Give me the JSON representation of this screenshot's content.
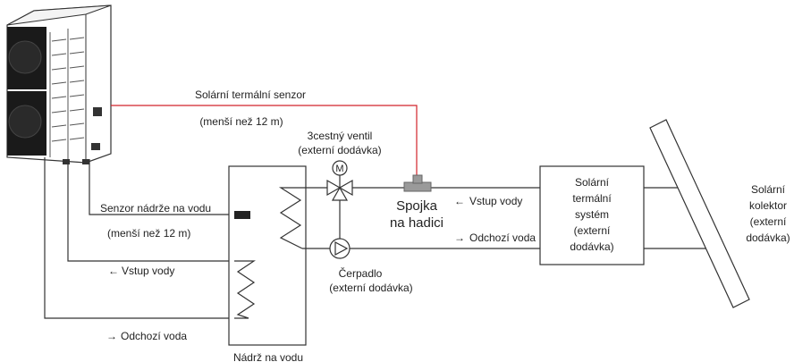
{
  "labels": {
    "solar_sensor": "Solární termální senzor",
    "solar_sensor_limit": "(menší než 12 m)",
    "valve_title": "3cestný ventil",
    "valve_sub": "(externí dodávka)",
    "valve_motor": "M",
    "coupling_line1": "Spojka",
    "coupling_line2": "na hadici",
    "tank_sensor": "Senzor nádrže na vodu",
    "tank_sensor_limit": "(menší než 12 m)",
    "water_in_left": "Vstup vody",
    "water_out_left": "Odchozí voda",
    "water_in_right": "Vstup vody",
    "water_out_right": "Odchozí voda",
    "pump_title": "Čerpadlo",
    "pump_sub": "(externí dodávka)",
    "tank_name": "Nádrž na vodu",
    "solar_system": [
      "Solární",
      "termální",
      "systém",
      "(externí",
      "dodávka)"
    ],
    "collector": [
      "Solární",
      "kolektor",
      "(externí",
      "dodávka)"
    ]
  },
  "icons": {
    "arrow_left": "←",
    "arrow_right": "→"
  },
  "colors": {
    "sensor_cable": "#d2232a",
    "lines": "#333333"
  }
}
